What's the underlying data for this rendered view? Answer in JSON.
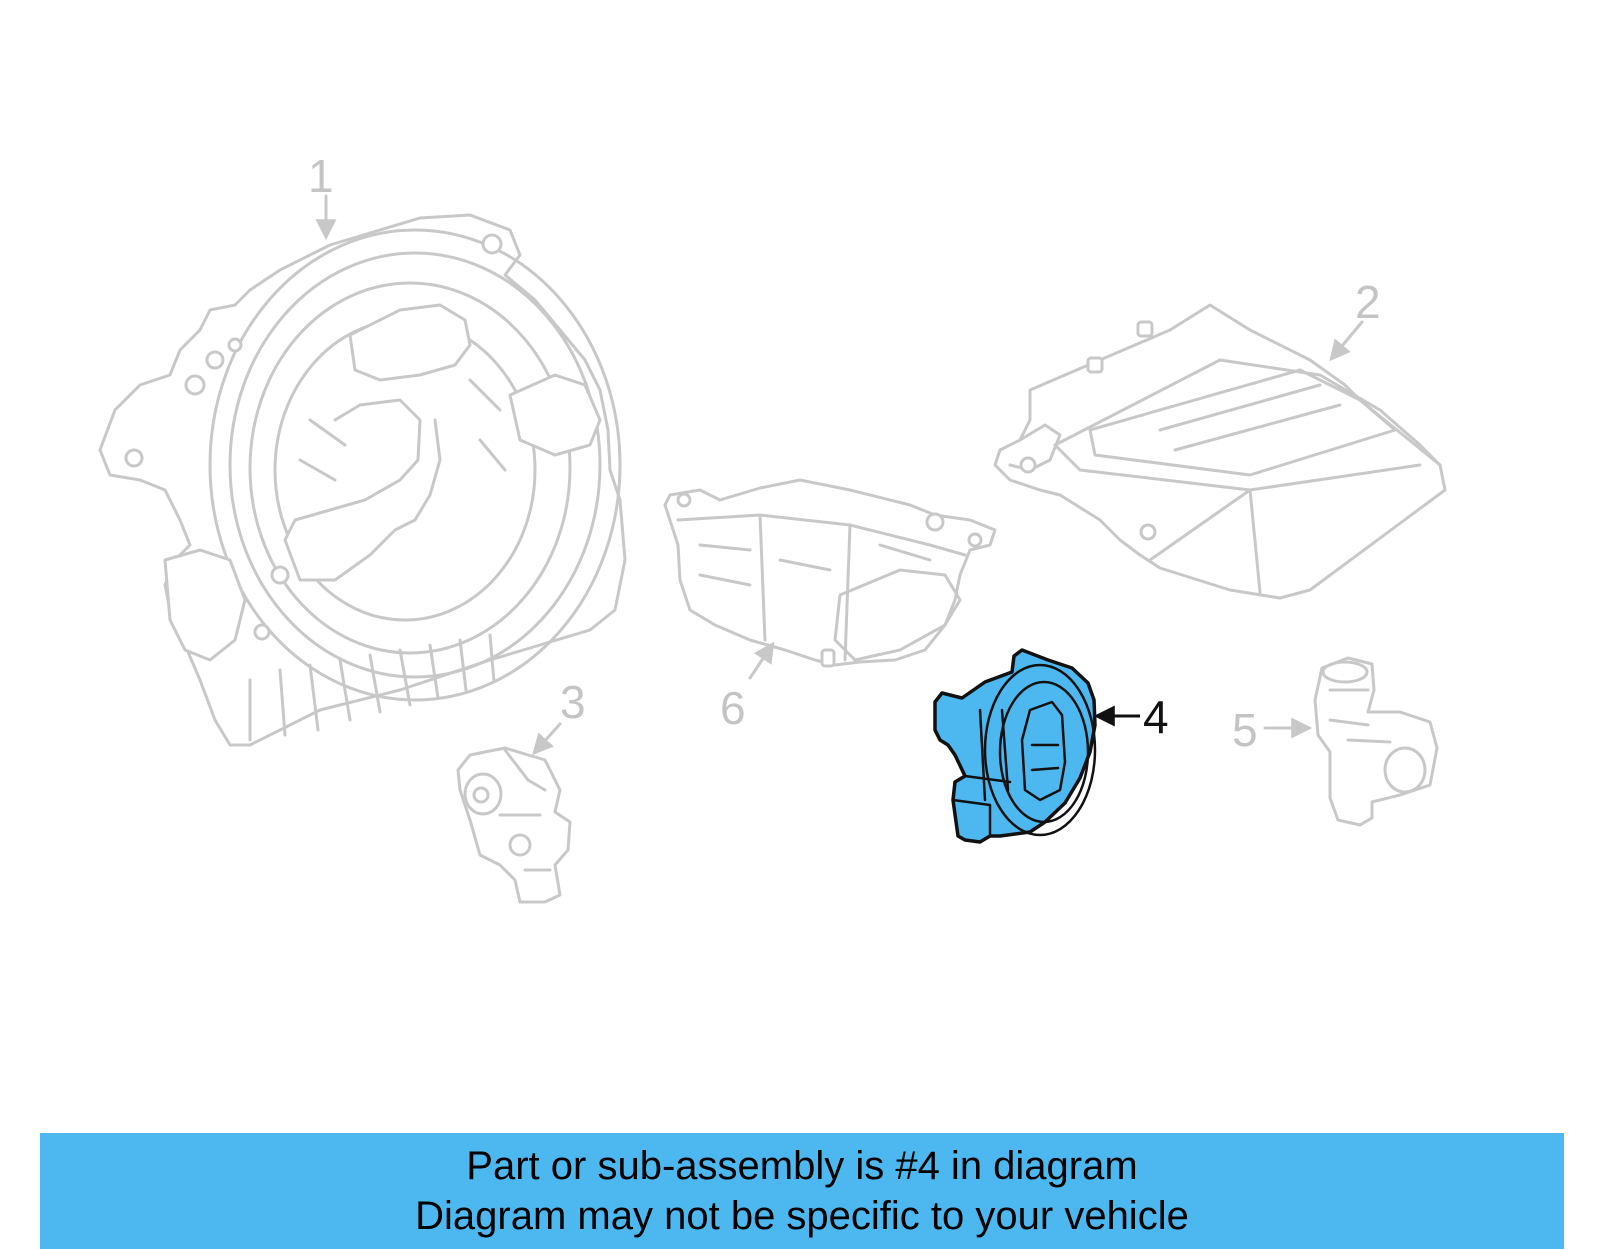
{
  "callouts": {
    "c1": "1",
    "c2": "2",
    "c3": "3",
    "c4": "4",
    "c5": "5",
    "c6": "6"
  },
  "banner": {
    "line1": "Part or sub-assembly is #4 in diagram",
    "line2": "Diagram may not be specific to your vehicle"
  },
  "colors": {
    "highlight": "#4db8f0",
    "banner": "#4db8f0",
    "ghost_outline": "#c8c8c8"
  }
}
